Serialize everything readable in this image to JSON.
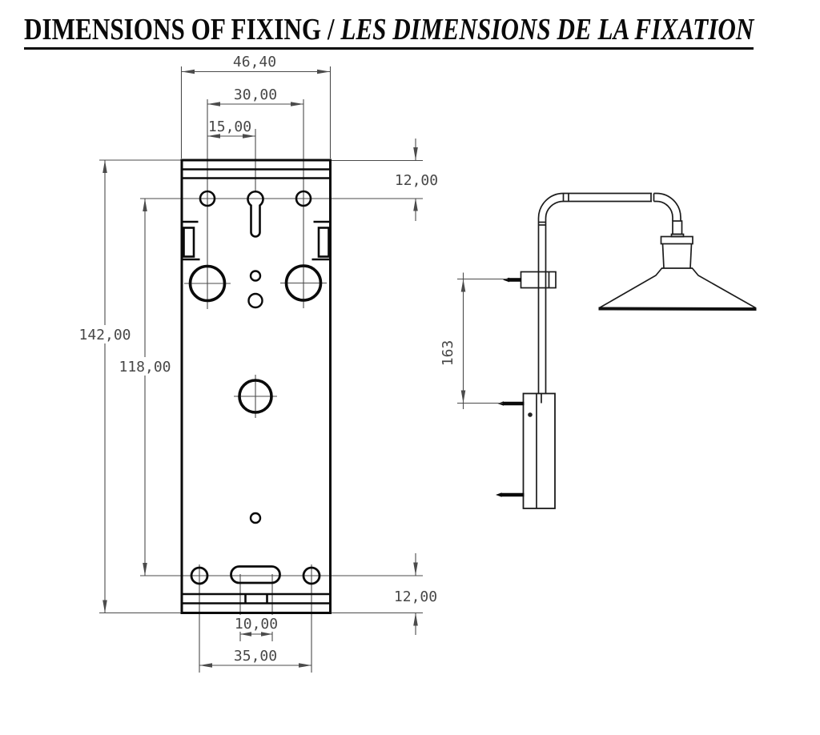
{
  "title": {
    "en": "DIMENSIONS OF FIXING",
    "sep": " / ",
    "fr": "LES DIMENSIONS DE LA FIXATION"
  },
  "front_view": {
    "labels": {
      "overall_width": "46,40",
      "top_holes_span": "30,00",
      "keyhole_offset": "15,00",
      "top_edge_to_holes": "12,00",
      "overall_height": "142,00",
      "hole_to_hole_height": "118,00",
      "bottom_holes_to_edge": "12,00",
      "slot_length": "10,00",
      "bottom_holes_span": "35,00"
    }
  },
  "side_view": {
    "labels": {
      "clamp_to_bracket": "163"
    }
  },
  "colors": {
    "outline": "#0a0a0a",
    "dimension": "#474747"
  }
}
